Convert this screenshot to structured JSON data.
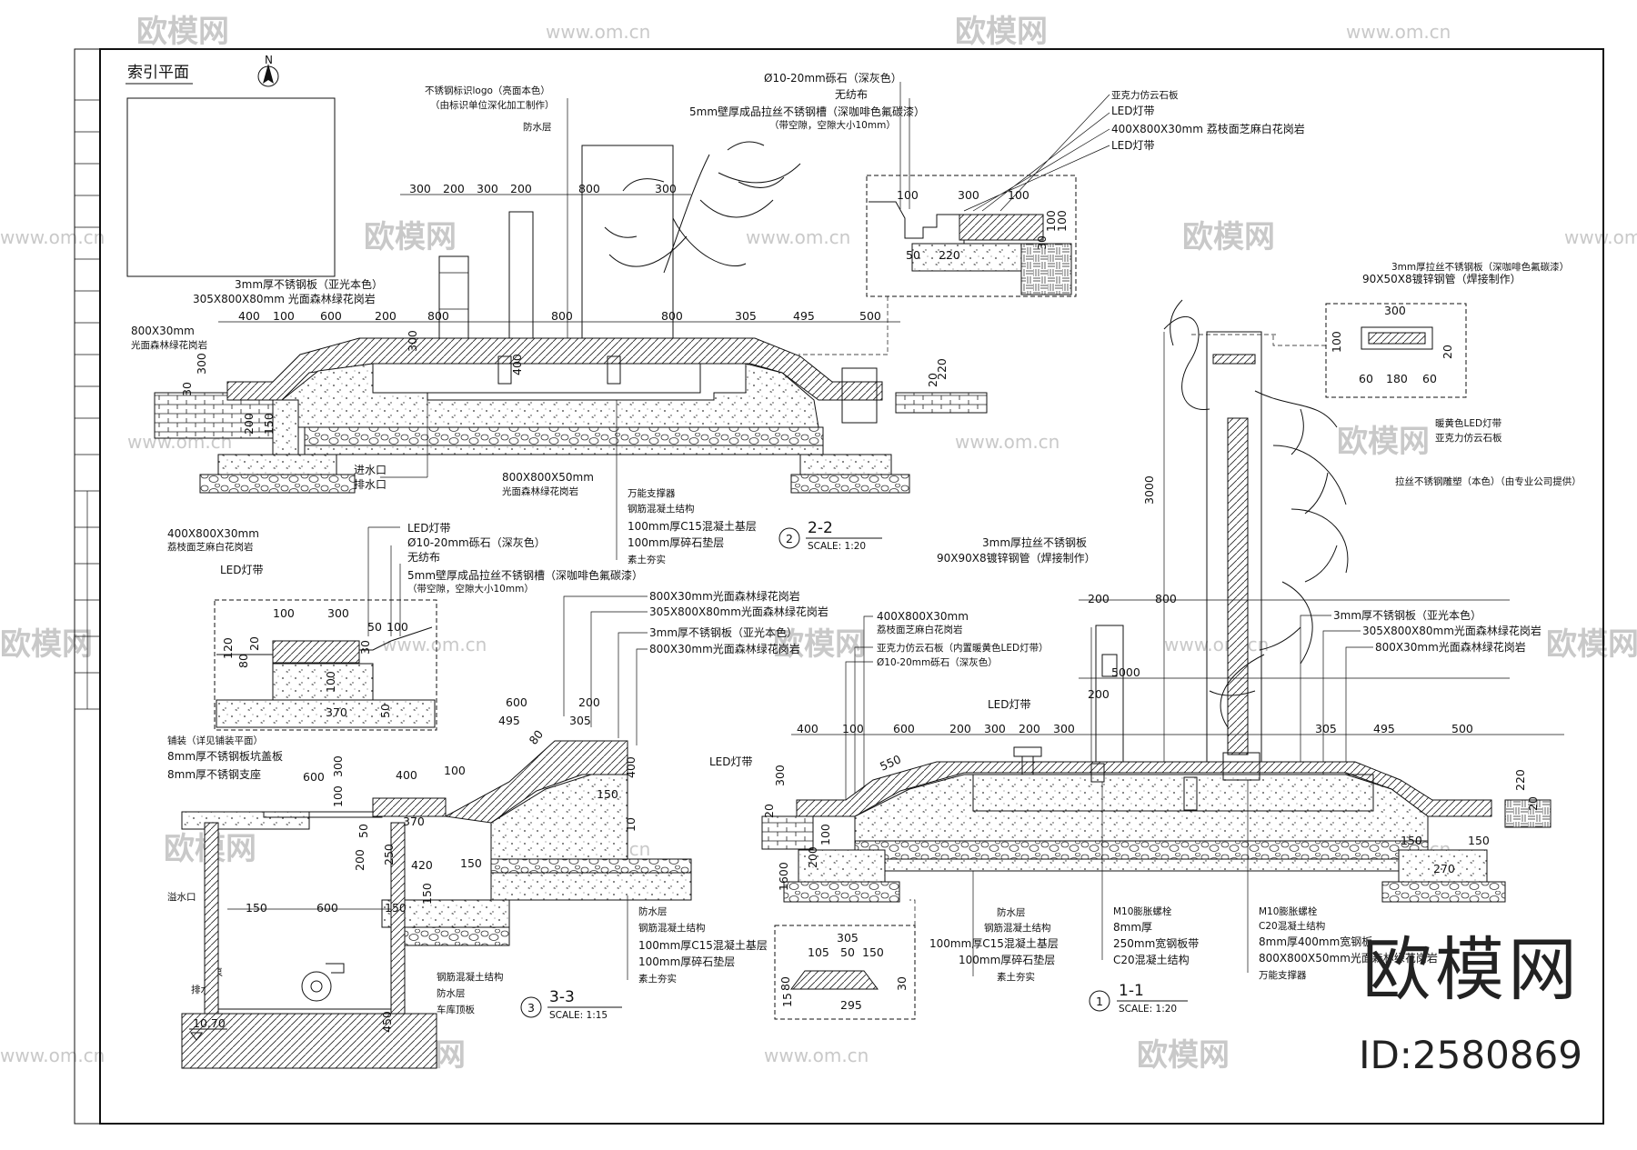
{
  "watermark": {
    "brand": "欧模网",
    "site": "www.om.cn"
  },
  "footer": {
    "brand": "欧模网",
    "id": "ID:2580869"
  },
  "index_plan": {
    "title": "索引平面",
    "north": "N"
  },
  "section_2_2": {
    "marker": "2",
    "name": "2-2",
    "scale": "SCALE:  1:20",
    "top_dims": [
      "300",
      "200",
      "300",
      "200",
      "800",
      "300"
    ],
    "mid_dims": [
      "400",
      "100",
      "600",
      "200",
      "800",
      "800",
      "800",
      "305",
      "495",
      "500"
    ],
    "col_dims": [
      "800",
      "800"
    ],
    "side_dims": [
      "300",
      "400",
      "300",
      "220",
      "20",
      "200",
      "150",
      "30"
    ],
    "left_labels": [
      "3mm厚不锈钢板（亚光本色）",
      "305X800X80mm 光面森林绿花岗岩",
      "800X30mm",
      "光面森林绿花岗岩"
    ],
    "top_labels": [
      "不锈钢标识logo（亮面本色）",
      "（由标识单位深化加工制作）",
      "防水层"
    ],
    "bottom_labels": [
      "进水口",
      "排水口",
      "800X800X50mm",
      "光面森林绿花岗岩"
    ],
    "layers": [
      "万能支撑器",
      "钢筋混凝土结构",
      "100mm厚C15混凝土基层",
      "100mm厚碎石垫层",
      "素土夯实"
    ]
  },
  "detail_top": {
    "labels": [
      "Ø10-20mm砾石（深灰色）",
      "无纺布",
      "5mm壁厚成品拉丝不锈钢槽（深咖啡色氟碳漆）",
      "（带空隙，空隙大小10mm）",
      "亚克力仿云石板",
      "LED灯带",
      "400X800X30mm 荔枝面芝麻白花岗岩",
      "LED灯带"
    ],
    "dims": [
      "100",
      "300",
      "100",
      "50",
      "220",
      "100",
      "30",
      "100"
    ]
  },
  "detail_right": {
    "labels": [
      "90X50X8镀锌钢管（焊接制作）",
      "3mm厚拉丝不锈钢板（深咖啡色氟碳漆）",
      "暖黄色LED灯带",
      "亚克力仿云石板",
      "拉丝不锈钢雕塑（本色）（由专业公司提供）"
    ],
    "dims": [
      "300",
      "60",
      "180",
      "60",
      "100",
      "20",
      "3000"
    ]
  },
  "detail_left": {
    "labels": [
      "400X800X30mm",
      "荔枝面芝麻白花岗岩",
      "LED灯带",
      "LED灯带",
      "Ø10-20mm砾石（深灰色）",
      "无纺布",
      "5mm壁厚成品拉丝不锈钢槽（深咖啡色氟碳漆）",
      "（带空隙，空隙大小10mm）"
    ],
    "dims": [
      "100",
      "300",
      "50",
      "100",
      "120",
      "80",
      "20",
      "30",
      "100",
      "370",
      "50"
    ]
  },
  "section_3_3": {
    "marker": "3",
    "name": "3-3",
    "scale": "SCALE:  1:15",
    "labels_top": [
      "800X30mm光面森林绿花岗岩",
      "305X800X80mm光面森林绿花岗岩",
      "3mm厚不锈钢板（亚光本色）",
      "800X30mm光面森林绿花岗岩"
    ],
    "labels_left": [
      "铺装（详见铺装平面）",
      "8mm厚不锈钢板坑盖板",
      "8mm厚不锈钢支座",
      "溢水口",
      "水泵",
      "排水口"
    ],
    "labels_bottom": [
      "钢筋混凝土结构",
      "防水层",
      "车库顶板"
    ],
    "layers": [
      "防水层",
      "钢筋混凝土结构",
      "100mm厚C15混凝土基层",
      "100mm厚碎石垫层",
      "素土夯实"
    ],
    "dims": [
      "600",
      "495",
      "200",
      "305",
      "400",
      "100",
      "600",
      "300",
      "100",
      "370",
      "50",
      "200",
      "250",
      "420",
      "150",
      "600",
      "150",
      "150",
      "150",
      "400",
      "150",
      "10",
      "80",
      "450"
    ],
    "level": "10.70"
  },
  "section_1_1": {
    "marker": "1",
    "name": "1-1",
    "scale": "SCALE:  1:20",
    "labels_upper": [
      "3mm厚拉丝不锈钢板",
      "90X90X8镀锌钢管（焊接制作）",
      "400X800X30mm",
      "荔枝面芝麻白花岗岩",
      "亚克力仿云石板（内置暖黄色LED灯带）",
      "Ø10-20mm砾石（深灰色）",
      "LED灯带",
      "LED灯带"
    ],
    "labels_right": [
      "3mm厚不锈钢板（亚光本色）",
      "305X800X80mm光面森林绿花岗岩",
      "800X30mm光面森林绿花岗岩"
    ],
    "labels_left_bottom": [
      "防水层",
      "钢筋混凝土结构",
      "100mm厚C15混凝土基层",
      "100mm厚碎石垫层",
      "素土夯实"
    ],
    "labels_mid_bottom": [
      "M10膨胀螺栓",
      "8mm厚",
      "250mm宽钢板带",
      "C20混凝土结构"
    ],
    "labels_right_bottom": [
      "M10膨胀螺栓",
      "C20混凝土结构",
      "8mm厚400mm宽钢板",
      "800X800X50mm光面森林绿花岗岩",
      "万能支撑器"
    ],
    "top_dims": [
      "200",
      "800",
      "200",
      "5000"
    ],
    "row_dims": [
      "400",
      "100",
      "600",
      "200",
      "300",
      "200",
      "300",
      "305",
      "495",
      "500",
      "550"
    ],
    "side_dims": [
      "300",
      "20",
      "220",
      "20",
      "200",
      "150",
      "270",
      "150",
      "100",
      "1600"
    ],
    "small_dims": [
      "305",
      "105",
      "50",
      "150",
      "295",
      "80",
      "15",
      "30"
    ]
  }
}
